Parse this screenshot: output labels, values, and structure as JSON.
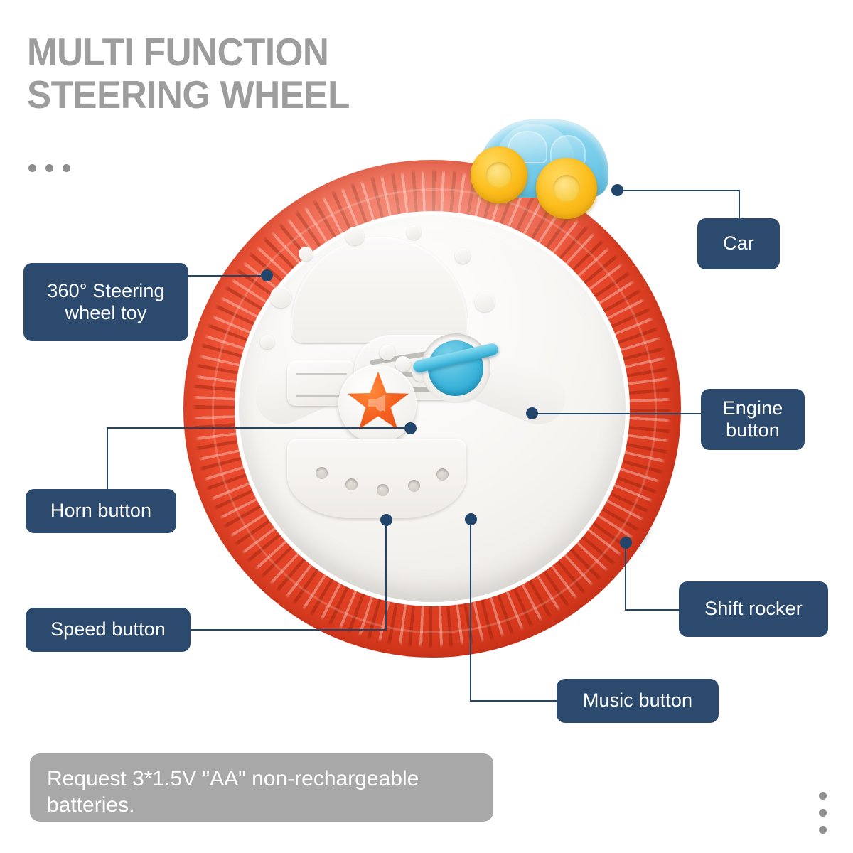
{
  "header": {
    "title": "MULTI FUNCTION\nSTEERING WHEEL"
  },
  "decor": {
    "dot_count_title": 3,
    "dot_count_corner": 3,
    "dot_color": "#8e8e8e"
  },
  "colors": {
    "label_navy": "#2b4a6e",
    "connector_navy": "#22456b",
    "rim_red": "#ea4a2d",
    "horn_orange": "#f4601f",
    "engine_blue": "#3fb6dc",
    "speed_yellow": "#f7a817",
    "music_green": "#9ccf33",
    "shift_teal": "#5ec3de",
    "car_blue": "#7fd0ec",
    "car_wheel_yellow": "#fcbe1c",
    "title_gray": "#9d9d9d",
    "note_gray": "#a8a8a8"
  },
  "callouts": [
    {
      "id": "steering",
      "label": "360° Steering\nwheel toy",
      "icon": "wheel-rim-icon"
    },
    {
      "id": "car",
      "label": "Car",
      "icon": "toy-car-icon"
    },
    {
      "id": "engine",
      "label": "Engine\nbutton",
      "icon": "engine-button-icon"
    },
    {
      "id": "horn",
      "label": "Horn button",
      "icon": "horn-star-icon"
    },
    {
      "id": "shift",
      "label": "Shift rocker",
      "icon": "shift-rocker-icon"
    },
    {
      "id": "speed",
      "label": "Speed button",
      "icon": "speed-gauge-icon"
    },
    {
      "id": "music",
      "label": "Music button",
      "icon": "music-heart-icon"
    }
  ],
  "footer": {
    "battery_note": "Request 3*1.5V \"AA\" non-rechargeable\nbatteries."
  }
}
